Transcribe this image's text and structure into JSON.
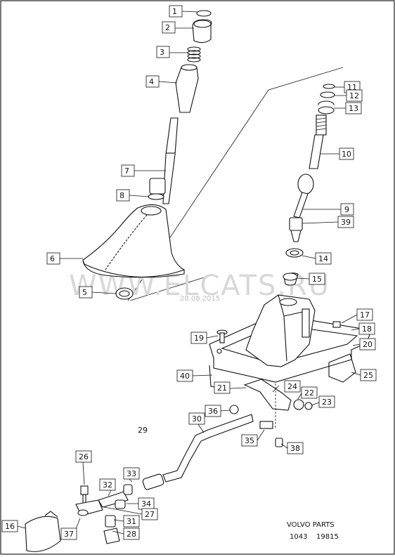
{
  "parts": [
    {
      "n": "1"
    },
    {
      "n": "2"
    },
    {
      "n": "3"
    },
    {
      "n": "4"
    },
    {
      "n": "5"
    },
    {
      "n": "6"
    },
    {
      "n": "7"
    },
    {
      "n": "8"
    },
    {
      "n": "9"
    },
    {
      "n": "10"
    },
    {
      "n": "11"
    },
    {
      "n": "12"
    },
    {
      "n": "13"
    },
    {
      "n": "14"
    },
    {
      "n": "15"
    },
    {
      "n": "16"
    },
    {
      "n": "17"
    },
    {
      "n": "18"
    },
    {
      "n": "19"
    },
    {
      "n": "20"
    },
    {
      "n": "21"
    },
    {
      "n": "22"
    },
    {
      "n": "23"
    },
    {
      "n": "24"
    },
    {
      "n": "25"
    },
    {
      "n": "26"
    },
    {
      "n": "27"
    },
    {
      "n": "28"
    },
    {
      "n": "29"
    },
    {
      "n": "30"
    },
    {
      "n": "31"
    },
    {
      "n": "32"
    },
    {
      "n": "33"
    },
    {
      "n": "34"
    },
    {
      "n": "35"
    },
    {
      "n": "36"
    },
    {
      "n": "37"
    },
    {
      "n": "38"
    },
    {
      "n": "39"
    },
    {
      "n": "40"
    }
  ],
  "watermark": {
    "text": "WWW.ELCATS.RU",
    "date": "28.08.2015"
  },
  "caption": {
    "line1": "VOLVO  PARTS",
    "code_left": "1043",
    "code_right": "19815"
  }
}
